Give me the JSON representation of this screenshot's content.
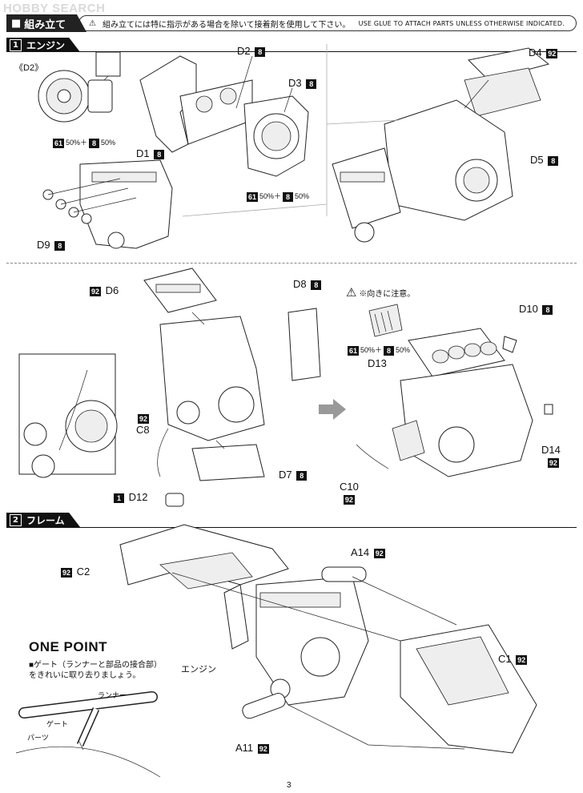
{
  "watermark": "HOBBY SEARCH",
  "header": {
    "title": "組み立て",
    "note_jp": "組み立てには特に指示がある場合を除いて接着剤を使用して下さい。",
    "note_en": "USE GLUE TO ATTACH PARTS UNLESS OTHERWISE INDICATED."
  },
  "section1": {
    "number": "1",
    "title": "エンジン",
    "labels": {
      "d2_ref": "《D2》",
      "d2": "D2",
      "d3": "D3",
      "d1": "D1",
      "d9": "D9",
      "d4": "D4",
      "d5": "D5",
      "d6": "D6",
      "d8": "D8",
      "d7": "D7",
      "d12": "D12",
      "c8": "C8",
      "d10": "D10",
      "d13": "D13",
      "d14": "D14",
      "c10": "C10"
    },
    "codes": {
      "c8": "8",
      "c92": "92",
      "c61": "61",
      "c1": "1"
    },
    "paint_mix_1": "50%＋",
    "paint_mix_2": "50%",
    "caution": "※向きに注意。"
  },
  "section2": {
    "number": "2",
    "title": "フレーム",
    "labels": {
      "c2": "C2",
      "a14": "A14",
      "c1": "C1",
      "a11": "A11",
      "engine": "エンジン"
    },
    "one_point": {
      "title": "ONE POINT",
      "text_line1": "■ゲート（ランナーと部品の接合部）",
      "text_line2": "をきれいに取り去りましょう。",
      "runner": "ランナー",
      "gate": "ゲート",
      "parts": "パーツ"
    }
  },
  "page_number": "3"
}
